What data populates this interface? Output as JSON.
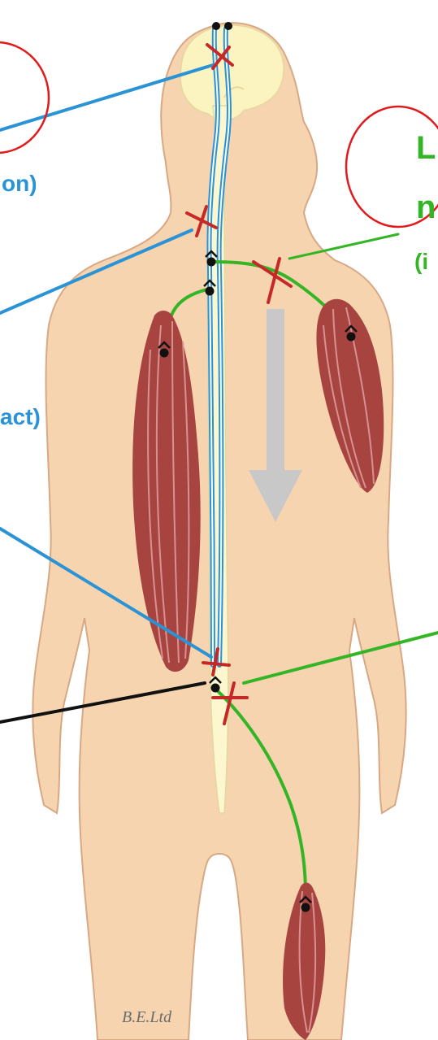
{
  "labels": {
    "left": [
      {
        "text": "on)"
      },
      {
        "text": "act)"
      }
    ],
    "right": [
      {
        "text": "L"
      },
      {
        "text": "n"
      },
      {
        "text": "(i"
      }
    ]
  },
  "credit": "B.E.Ltd",
  "colors": {
    "skin": "#f7d4b0",
    "brain": "#fbf3c0",
    "cord": "#fdf7d0",
    "upper_motor_neuron": "#2a93d6",
    "lower_motor_neuron": "#34b526",
    "lesion_mark": "#c62828",
    "highlight_circle": "#e01b1b",
    "muscle": "#a8443f",
    "arrow": "#c8c8c8",
    "sensory_line": "#111111"
  }
}
